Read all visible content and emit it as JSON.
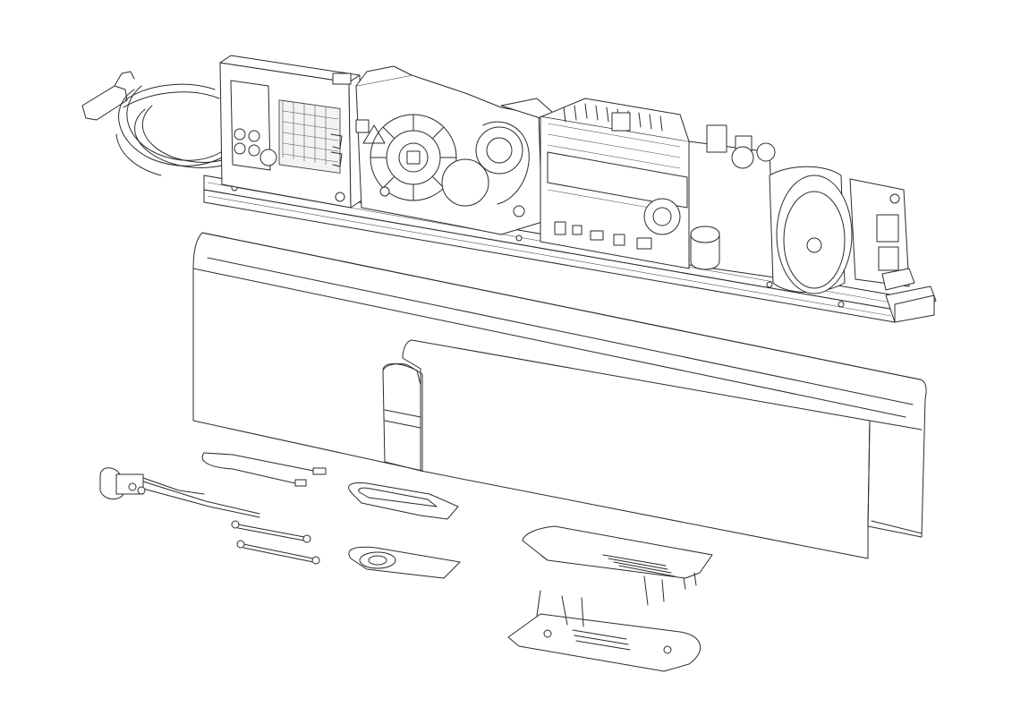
{
  "drawing": {
    "line_color": "#2b2b2b",
    "background": "#ffffff",
    "parts": [
      "power-cable",
      "mounting-rail",
      "control-panel",
      "gear-motor",
      "control-board",
      "transformer",
      "cover-profile",
      "ground-wire",
      "push-button-switch",
      "fixing-screw",
      "gasket-plate-upper",
      "gasket-plate-lower",
      "end-cap-upper",
      "end-cap-lower"
    ]
  }
}
